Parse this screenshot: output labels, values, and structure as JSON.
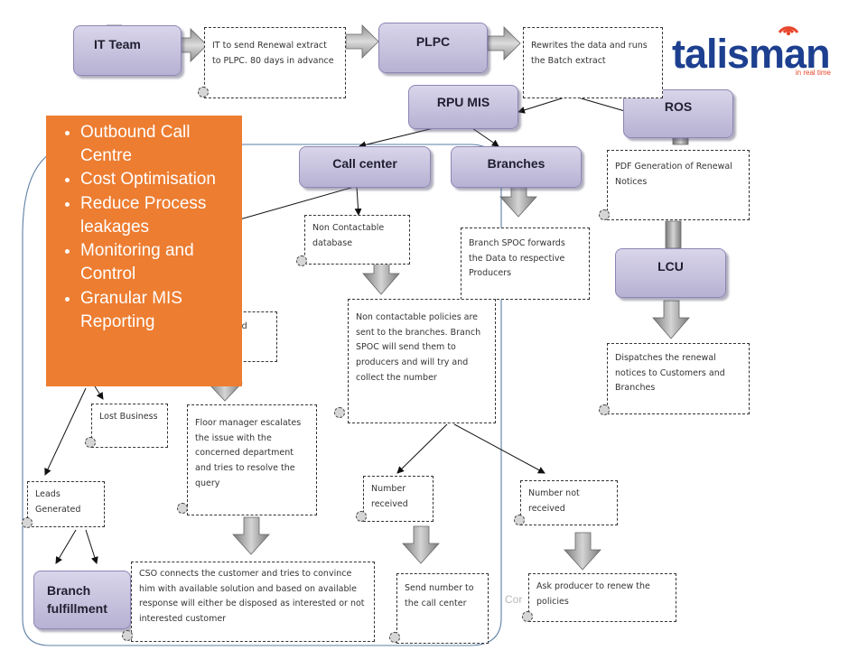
{
  "brand": {
    "name": "talisman",
    "tagline": "in real time"
  },
  "process_nodes": {
    "it_team": "IT Team",
    "plpc": "PLPC",
    "rpu_mis": "RPU MIS",
    "ros": "ROS",
    "call_center": "Call center",
    "branches": "Branches",
    "lcu": "LCU",
    "branch_fulfillment": "Branch fulfillment"
  },
  "notes": {
    "renewal_extract": "IT to send Renewal extract to PLPC. 80 days in advance",
    "batch_extract": "Rewrites the data and runs the Batch extract",
    "pdf_generation": "PDF Generation of Renewal Notices",
    "non_contactable_db": "Non Contactable database",
    "branch_spoc": "Branch SPOC forwards the Data to respective Producers",
    "non_contactable_policies": "Non contactable policies are sent to the branches. Branch SPOC will send them to producers and will try and collect the number",
    "dispatches": "Dispatches the renewal notices to Customers and Branches",
    "interested_partial": "ted",
    "lost_business": "Lost Business",
    "floor_manager": "Floor manager escalates the issue with the concerned department and tries to resolve the query",
    "leads_generated": "Leads Generated",
    "number_received": "Number received",
    "number_not_received": "Number not received",
    "cso_connects": "CSO connects the customer and tries to convince him with available solution and based on available response will either be disposed as interested or not interested customer",
    "send_number": "Send number to the call center",
    "ask_producer": "Ask producer to renew the policies"
  },
  "callout": {
    "items": [
      "Outbound Call Centre",
      "Cost Optimisation",
      "Reduce Process leakages",
      "Monitoring and Control",
      "Granular MIS Reporting"
    ]
  },
  "background_text": {
    "partial_word": "Cor"
  }
}
